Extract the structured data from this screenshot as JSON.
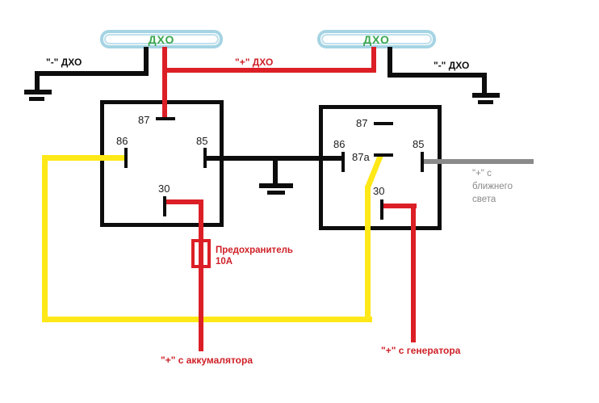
{
  "diagram_type": "drl-relay-wiring",
  "colors": {
    "wire_black": "#0d0d0d",
    "wire_red": "#dc1f26",
    "wire_yellow": "#ffe817",
    "wire_gray": "#8a8a8a",
    "lamp_outline_blue": "#a5d4e3",
    "lamp_label_green": "#3aa74d",
    "label_red": "#cf2027"
  },
  "lamps": {
    "left_label": "ДХО",
    "right_label": "ДХО"
  },
  "wire_labels": {
    "minus_dxo_left": "\"-\" ДХО",
    "plus_dxo": "\"+\" ДХО",
    "minus_dxo_right": "\"-\" ДХО",
    "battery_plus": "\"+\" с аккумалятора",
    "generator_plus": "\"+\" с генератора",
    "low_beam_plus": [
      "\"+\" с",
      "ближнего",
      "света"
    ]
  },
  "fuse": {
    "name": "Предохранитель",
    "rating": "10А"
  },
  "relays": {
    "left": {
      "pin_87": "87",
      "pin_86": "86",
      "pin_85": "85",
      "pin_30": "30"
    },
    "right": {
      "pin_87": "87",
      "pin_86": "86",
      "pin_87a": "87a",
      "pin_85": "85",
      "pin_30": "30"
    }
  }
}
